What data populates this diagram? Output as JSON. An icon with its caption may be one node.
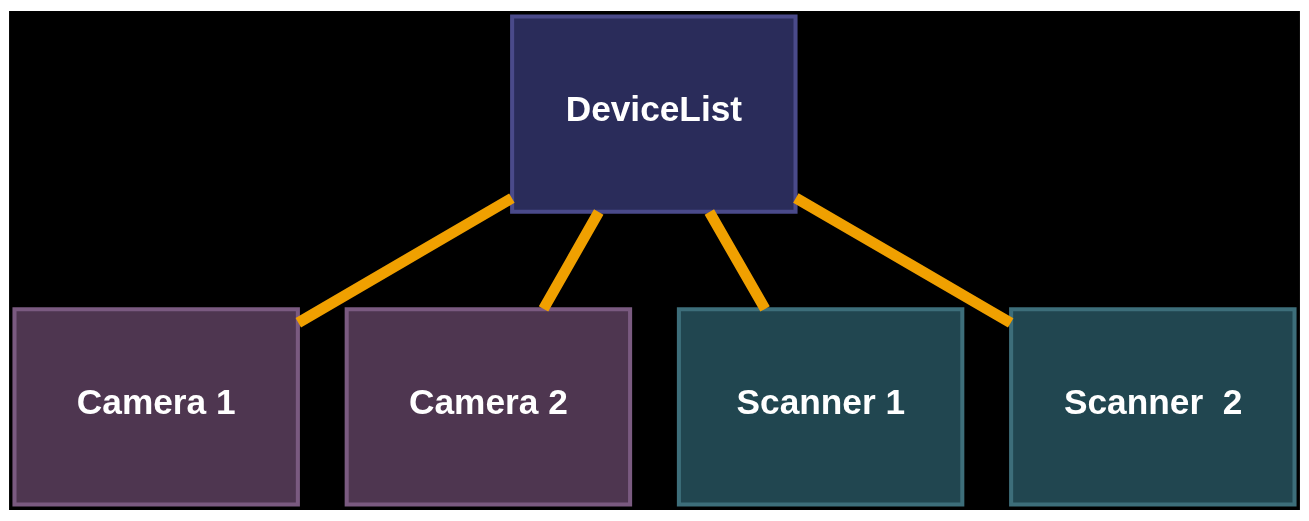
{
  "diagram": {
    "nodes": [
      {
        "text": [
          "DeviceList"
        ]
      },
      {
        "text": [
          "Camera 1"
        ]
      },
      {
        "text": [
          "Camera 2"
        ]
      },
      {
        "text": [
          "Scanner 1"
        ]
      },
      {
        "text": [
          "Scanner  2"
        ]
      }
    ],
    "edges": [
      {
        "from": 0,
        "to": 1,
        "arrow": "none"
      },
      {
        "from": 0,
        "to": 2,
        "arrow": "none"
      },
      {
        "from": 0,
        "to": 3,
        "arrow": "none"
      },
      {
        "from": 0,
        "to": 4,
        "arrow": "none"
      }
    ]
  }
}
